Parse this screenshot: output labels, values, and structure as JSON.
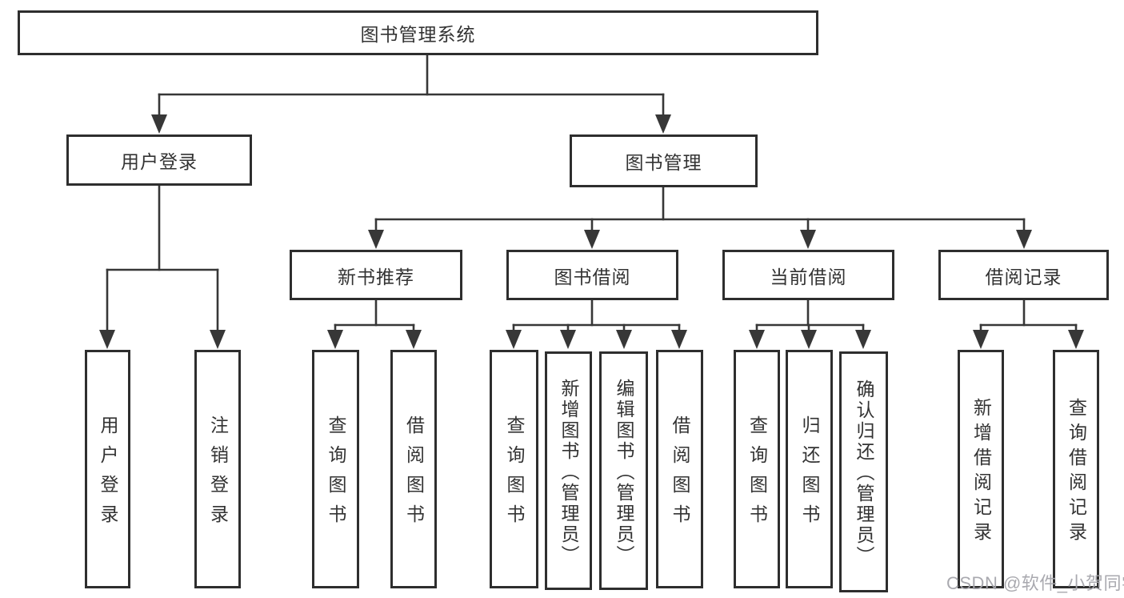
{
  "diagram": {
    "root": {
      "label": "图书管理系统"
    },
    "level2": [
      {
        "label": "用户登录"
      },
      {
        "label": "图书管理"
      }
    ],
    "level3": [
      {
        "label": "新书推荐"
      },
      {
        "label": "图书借阅"
      },
      {
        "label": "当前借阅"
      },
      {
        "label": "借阅记录"
      }
    ],
    "leaves": [
      {
        "label": "用户登录"
      },
      {
        "label": "注销登录"
      },
      {
        "label": "查询图书"
      },
      {
        "label": "借阅图书"
      },
      {
        "label": "查询图书"
      },
      {
        "label": "新增图书（管理员）"
      },
      {
        "label": "编辑图书（管理员）"
      },
      {
        "label": "借阅图书"
      },
      {
        "label": "查询图书"
      },
      {
        "label": "归还图书"
      },
      {
        "label": "确认归还（管理员）"
      },
      {
        "label": "新增借阅记录"
      },
      {
        "label": "查询借阅记录"
      }
    ]
  },
  "watermark": {
    "text": "CSDN @软件_小贺同学"
  },
  "colors": {
    "line": "#373737",
    "border": "#2e2e2e",
    "text": "#333333",
    "background": "#ffffff",
    "watermark": "#a4a4ab"
  }
}
